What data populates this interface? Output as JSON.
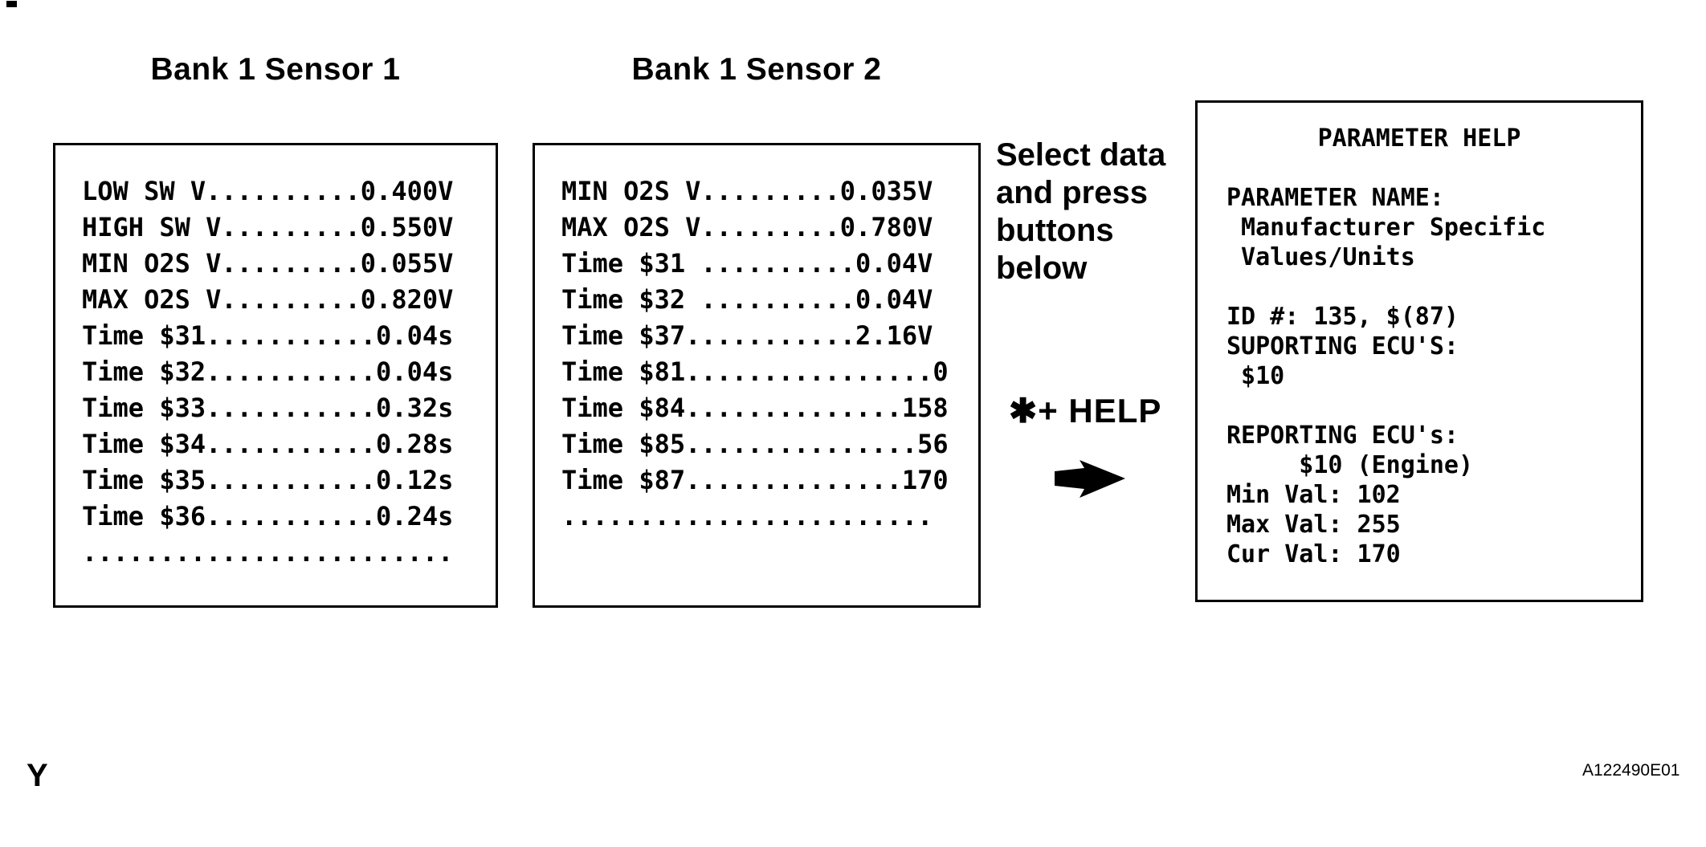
{
  "colors": {
    "ink": "#000000",
    "paper": "#ffffff"
  },
  "page": {
    "marker": "Y",
    "figure_code": "A122490E01"
  },
  "panels": [
    {
      "title": "Bank 1 Sensor 1",
      "lines": [
        "LOW SW V..........0.400V",
        "HIGH SW V.........0.550V",
        "MIN O2S V.........0.055V",
        "MAX O2S V.........0.820V",
        "Time $31...........0.04s",
        "Time $32...........0.04s",
        "Time $33...........0.32s",
        "Time $34...........0.28s",
        "Time $35...........0.12s",
        "Time $36...........0.24s",
        "........................"
      ]
    },
    {
      "title": "Bank 1 Sensor 2",
      "lines": [
        "MIN O2S V.........0.035V",
        "MAX O2S V.........0.780V",
        "Time $31 ..........0.04V",
        "Time $32 ..........0.04V",
        "Time $37...........2.16V",
        "Time $81................0",
        "Time $84..............158",
        "Time $85...............56",
        "Time $87..............170",
        "........................"
      ]
    }
  ],
  "instructions": {
    "note_lines": [
      "Select data",
      "and press",
      "buttons",
      "below"
    ],
    "key_label": "✱+ HELP"
  },
  "icons": {
    "arrow_right": "solid-right-arrow"
  },
  "help_panel": {
    "title": "PARAMETER HELP",
    "lines": [
      "",
      "PARAMETER NAME:",
      " Manufacturer Specific",
      " Values/Units",
      "",
      "ID #: 135, $(87)",
      "SUPORTING ECU'S:",
      " $10",
      "",
      "REPORTING ECU's:",
      "     $10 (Engine)",
      "Min Val: 102",
      "Max Val: 255",
      "Cur Val: 170"
    ]
  }
}
